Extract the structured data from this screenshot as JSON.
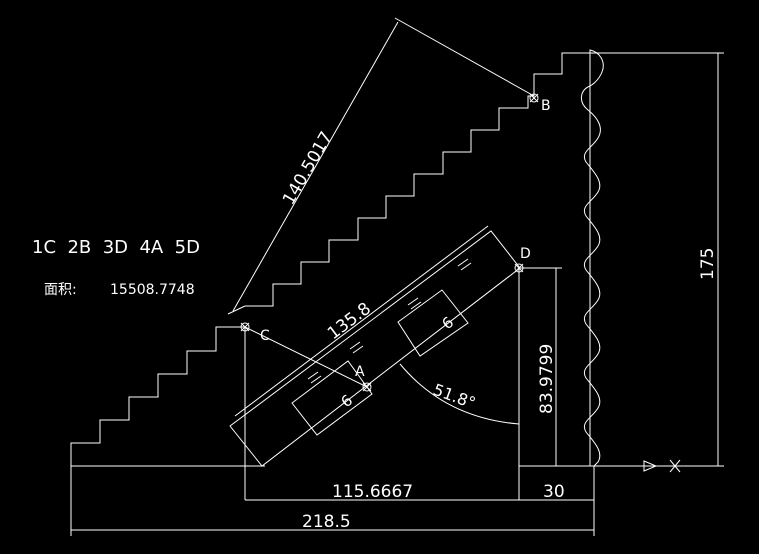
{
  "drawing": {
    "answers": "1C  2B  3D  4A  5D",
    "area_label": "面积:",
    "area_value": "15508.7748",
    "dims": {
      "d140": "140.5017",
      "d1358": "135.8",
      "d175": "175",
      "d839799": "83.9799",
      "d1156667": "115.6667",
      "d30": "30",
      "d2185": "218.5",
      "d6a": "6",
      "d6b": "6",
      "angle": "51.8°"
    },
    "points": {
      "A": "A",
      "B": "B",
      "C": "C",
      "D": "D"
    }
  }
}
